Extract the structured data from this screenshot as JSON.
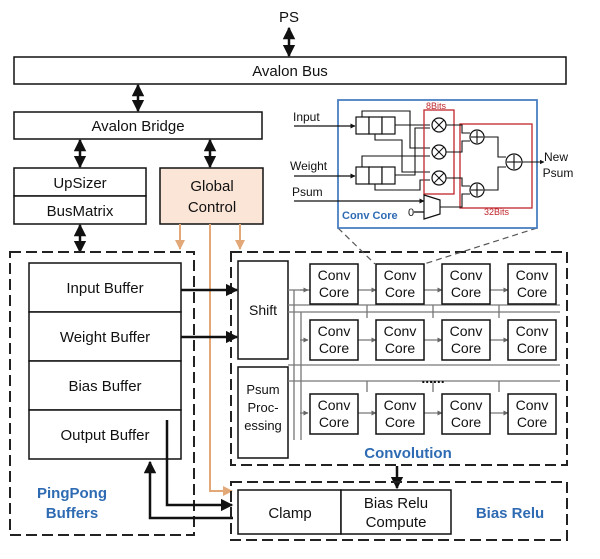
{
  "labels": {
    "ps": "PS",
    "avalon_bus": "Avalon Bus",
    "avalon_bridge": "Avalon Bridge",
    "upsizer": "UpSizer",
    "busmatrix": "BusMatrix",
    "global_control_line1": "Global",
    "global_control_line2": "Control",
    "input_buffer": "Input Buffer",
    "weight_buffer": "Weight Buffer",
    "bias_buffer": "Bias Buffer",
    "output_buffer": "Output Buffer",
    "pingpong_line1": "PingPong",
    "pingpong_line2": "Buffers",
    "shift": "Shift",
    "psum_line1": "Psum",
    "psum_line2": "Proc-",
    "psum_line3": "essing",
    "conv_line1": "Conv",
    "conv_line2": "Core",
    "ellipsis": "......",
    "convolution": "Convolution",
    "clamp": "Clamp",
    "bias_relu_compute_line1": "Bias Relu",
    "bias_relu_compute_line2": "Compute",
    "bias_relu_group": "Bias Relu"
  },
  "inset": {
    "input": "Input",
    "weight": "Weight",
    "psum": "Psum",
    "zero": "0",
    "bits8": "8Bits",
    "bits32": "32Bits",
    "conv_core": "Conv Core",
    "new_line1": "New",
    "new_line2": "Psum"
  },
  "colors": {
    "global_control_fill": "#fbe5d6",
    "orange_line": "#e2a878",
    "blue_text": "#2e6bb3",
    "blue_frame": "#4a7fc1",
    "red_box": "#c0262c"
  }
}
